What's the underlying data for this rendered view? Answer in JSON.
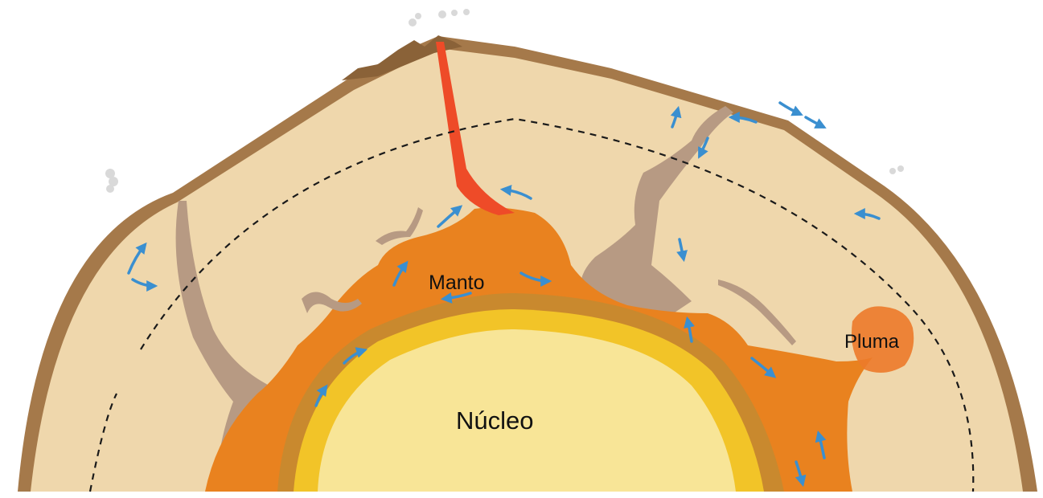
{
  "diagram": {
    "labels": {
      "core": "Núcleo",
      "mantle": "Manto",
      "plume": "Pluma"
    },
    "colors": {
      "background": "#ffffff",
      "crust": "#a5794a",
      "mantle": "#efd7ac",
      "lower_mantle": "#e9821f",
      "outer_core_rim": "#c9892e",
      "outer_core": "#f2c428",
      "inner_core": "#f8e597",
      "slab": "#b79a83",
      "magma_conduit": "#ee4b28",
      "convection_arrows": "#3a8fd0",
      "boundary_dash": "#1a1a1a",
      "smoke": "#d9d9d9"
    },
    "icons": [
      "convection-arrow-icon",
      "volcano-smoke-icon"
    ]
  }
}
